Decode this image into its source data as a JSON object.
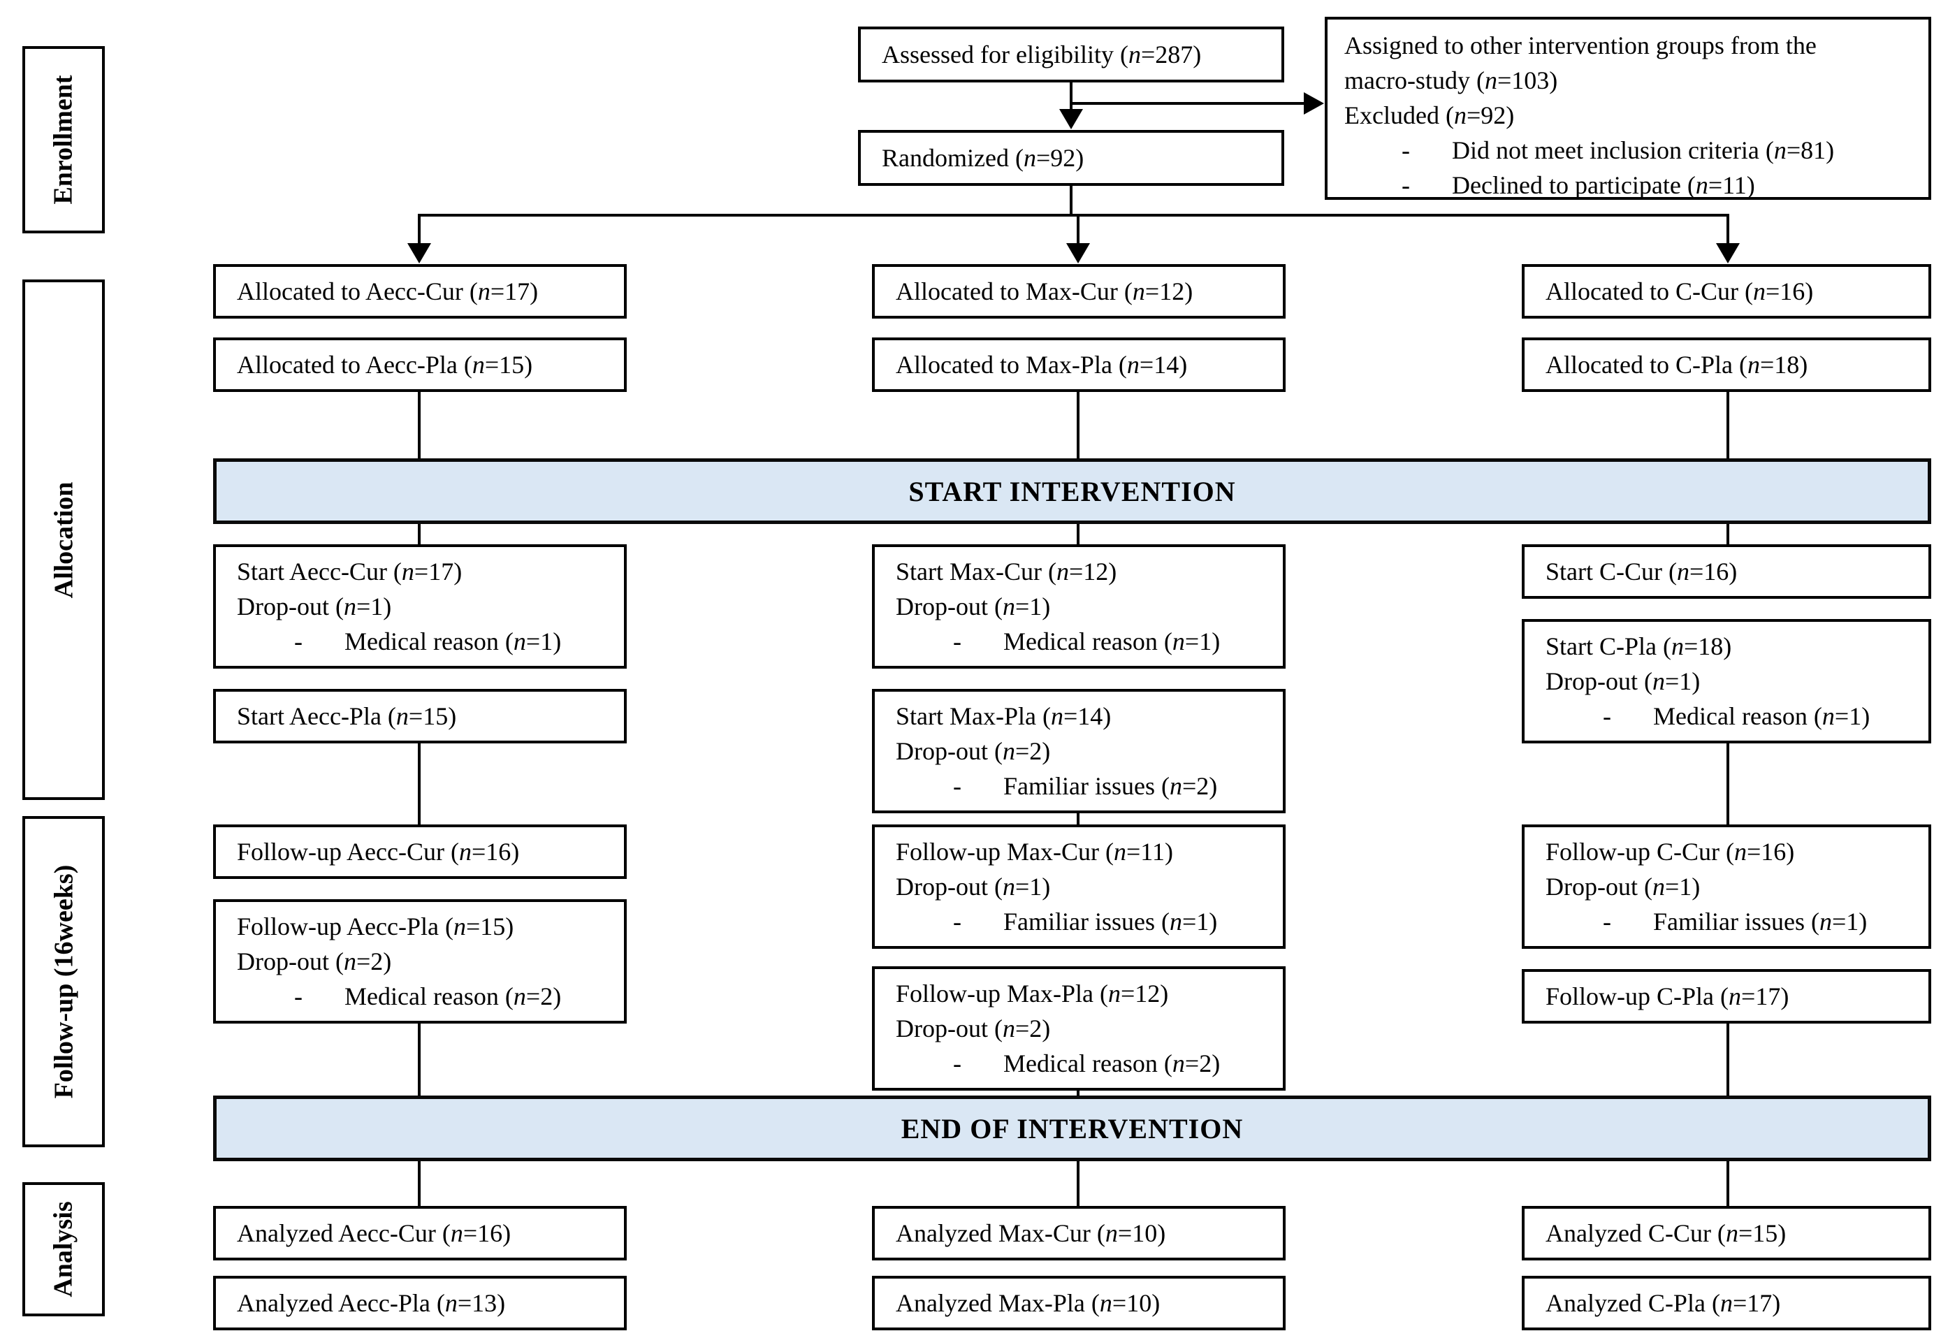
{
  "colors": {
    "banner_fill": "#dae7f4",
    "border": "#000000",
    "box_bg": "#ffffff"
  },
  "stages": {
    "enrollment": "Enrollment",
    "allocation": "Allocation",
    "followup": "Follow-up (16weeks)",
    "analysis": "Analysis"
  },
  "top": {
    "assessed": "Assessed for eligibility (n=287)",
    "randomized": "Randomized (n=92)",
    "excluded": {
      "line1": "Assigned to other intervention groups from the",
      "line2": "macro-study (n=103)",
      "line3": "Excluded (n=92)",
      "item1": "Did not meet inclusion criteria (n=81)",
      "item2": "Declined to participate (n=11)"
    }
  },
  "banners": {
    "start": "START INTERVENTION",
    "end": "END OF INTERVENTION"
  },
  "columns": [
    {
      "name": "Aecc",
      "allocated_cur": "Allocated to Aecc-Cur (n=17)",
      "allocated_pla": "Allocated to Aecc-Pla (n=15)",
      "start_cur": {
        "l1": "Start Aecc-Cur (n=17)",
        "l2": "Drop-out (n=1)",
        "item": "Medical reason (n=1)"
      },
      "start_pla": {
        "l1": "Start Aecc-Pla (n=15)"
      },
      "followup_cur": {
        "l1": "Follow-up Aecc-Cur (n=16)"
      },
      "followup_pla": {
        "l1": "Follow-up Aecc-Pla (n=15)",
        "l2": "Drop-out (n=2)",
        "item": "Medical reason (n=2)"
      },
      "analyzed_cur": "Analyzed Aecc-Cur (n=16)",
      "analyzed_pla": "Analyzed Aecc-Pla (n=13)"
    },
    {
      "name": "Max",
      "allocated_cur": "Allocated to Max-Cur (n=12)",
      "allocated_pla": "Allocated to Max-Pla (n=14)",
      "start_cur": {
        "l1": "Start Max-Cur (n=12)",
        "l2": "Drop-out (n=1)",
        "item": "Medical reason (n=1)"
      },
      "start_pla": {
        "l1": "Start Max-Pla (n=14)",
        "l2": "Drop-out (n=2)",
        "item": "Familiar issues (n=2)"
      },
      "followup_cur": {
        "l1": "Follow-up Max-Cur (n=11)",
        "l2": "Drop-out (n=1)",
        "item": "Familiar issues (n=1)"
      },
      "followup_pla": {
        "l1": "Follow-up Max-Pla (n=12)",
        "l2": "Drop-out (n=2)",
        "item": "Medical reason (n=2)"
      },
      "analyzed_cur": "Analyzed Max-Cur (n=10)",
      "analyzed_pla": "Analyzed Max-Pla (n=10)"
    },
    {
      "name": "C",
      "allocated_cur": "Allocated to C-Cur (n=16)",
      "allocated_pla": "Allocated to C-Pla (n=18)",
      "start_cur": {
        "l1": "Start C-Cur (n=16)"
      },
      "start_pla": {
        "l1": "Start C-Pla (n=18)",
        "l2": "Drop-out (n=1)",
        "item": "Medical reason (n=1)"
      },
      "followup_cur": {
        "l1": "Follow-up C-Cur (n=16)",
        "l2": "Drop-out (n=1)",
        "item": "Familiar issues (n=1)"
      },
      "followup_pla": {
        "l1": "Follow-up C-Pla (n=17)"
      },
      "analyzed_cur": "Analyzed C-Cur (n=15)",
      "analyzed_pla": "Analyzed C-Pla (n=17)"
    }
  ]
}
